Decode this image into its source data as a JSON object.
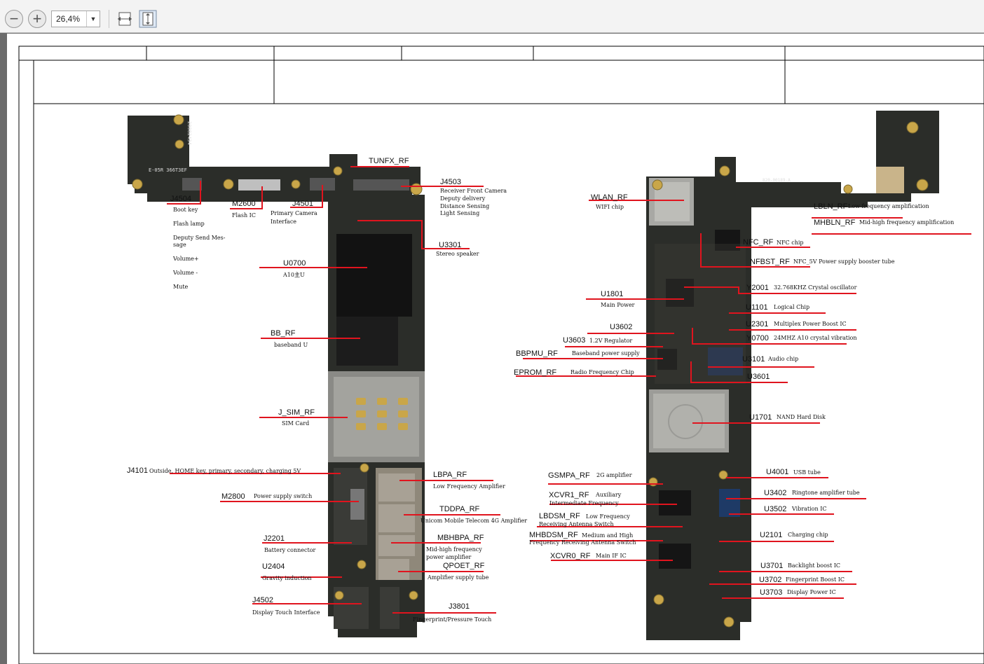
{
  "toolbar": {
    "zoom_value": "26,4%",
    "icons": [
      "zoom-out-icon",
      "zoom-in-icon",
      "dropdown-arrow-icon",
      "fit-width-icon",
      "fit-page-icon"
    ]
  },
  "colors": {
    "toolbar_bg": "#f3f3f3",
    "viewer_bg": "#6b6b6b",
    "leader_line": "#e0141e",
    "board_dark": "#2a2c28",
    "board_gold": "#c9a649"
  },
  "left_board": {
    "labels": [
      {
        "id": "TUNFX_RF",
        "name": "TUNFX_RF",
        "desc": ""
      },
      {
        "id": "J4503",
        "name": "J4503",
        "desc": "Receiver  Front Camera"
      },
      {
        "id": "J4504",
        "name": "J4504",
        "desc": "Boot key"
      },
      {
        "id": "M2600",
        "name": "M2600",
        "desc": "Flash IC"
      },
      {
        "id": "J4501",
        "name": "J4501",
        "desc": "Primary Camera"
      },
      {
        "id": "U3301",
        "name": "U3301",
        "desc": "Stereo speaker"
      },
      {
        "id": "U0700",
        "name": "U0700",
        "desc": "A10主U"
      },
      {
        "id": "BB_RF",
        "name": "BB_RF",
        "desc": "baseband U"
      },
      {
        "id": "J_SIM_RF",
        "name": "J_SIM_RF",
        "desc": "SIM Card"
      },
      {
        "id": "J4101",
        "name": "J4101",
        "desc": "Outside, HOME key, primary, secondary, charging 5V"
      },
      {
        "id": "LBPA_RF",
        "name": "LBPA_RF",
        "desc": "Low Frequency Amplifier"
      },
      {
        "id": "M2800",
        "name": "M2800",
        "desc": "Power  supply  switch"
      },
      {
        "id": "TDDPA_RF",
        "name": "TDDPA_RF",
        "desc": "Unicom Mobile Telecom 4G Amplifier"
      },
      {
        "id": "J2201",
        "name": "J2201",
        "desc": "Battery connector"
      },
      {
        "id": "MBHBPA_RF",
        "name": "MBHBPA_RF",
        "desc": "Mid-high frequency"
      },
      {
        "id": "U2404",
        "name": "U2404",
        "desc": "Gravity induction"
      },
      {
        "id": "QPOET_RF",
        "name": "QPOET_RF",
        "desc": "Amplifier supply tube"
      },
      {
        "id": "J4502",
        "name": "J4502",
        "desc": "Display Touch Interface"
      },
      {
        "id": "J3801",
        "name": "J3801",
        "desc": "Fingerprint/Pressure Touch"
      }
    ],
    "extra_text": {
      "j4503_line2": "Deputy delivery",
      "j4503_line3": "Distance Sensing",
      "j4503_line4": "Light Sensing",
      "j4504_line2": "Flash lamp",
      "j4504_line3": "Deputy Send Mes-",
      "j4504_line4": "sage",
      "j4504_line5": "Volume+",
      "j4504_line6": "Volume -",
      "j4504_line7": "Mute",
      "j4501_line2": "Interface",
      "mbhbpa_line2": "power amplifier"
    }
  },
  "right_board": {
    "labels": [
      {
        "id": "WLAN_RF",
        "name": "WLAN_RF",
        "desc": "WIFI chip"
      },
      {
        "id": "LBLN_RF",
        "name": "LBLN_RF",
        "desc": "Low frequency amplification"
      },
      {
        "id": "MHBLN_RF",
        "name": "MHBLN_RF",
        "desc": "Mid-high frequency amplification"
      },
      {
        "id": "NFC_RF",
        "name": "NFC_RF",
        "desc": "NFC chip"
      },
      {
        "id": "NFBST_RF",
        "name": "NFBST_RF",
        "desc": "NFC_5V  Power supply booster tube"
      },
      {
        "id": "Y2001",
        "name": "Y2001",
        "desc": "32.768KHZ Crystal oscillator"
      },
      {
        "id": "U1801",
        "name": "U1801",
        "desc": "Main Power"
      },
      {
        "id": "U1101",
        "name": "U1101",
        "desc": "Logical Chip"
      },
      {
        "id": "U2301",
        "name": "U2301",
        "desc": "Multiplex Power Boost IC"
      },
      {
        "id": "U3602",
        "name": "U3602",
        "desc": ""
      },
      {
        "id": "Y0700",
        "name": "Y0700",
        "desc": "24MHZ   A10 crystal vibration"
      },
      {
        "id": "U3603",
        "name": "U3603",
        "desc": "1.2V Regulator"
      },
      {
        "id": "BBPMU_RF",
        "name": "BBPMU_RF",
        "desc": "Baseband power supply"
      },
      {
        "id": "U3101",
        "name": "U3101",
        "desc": "Audio chip"
      },
      {
        "id": "EPROM_RF",
        "name": "EPROM_RF",
        "desc": "Radio Frequency Chip"
      },
      {
        "id": "U3601",
        "name": "U3601",
        "desc": ""
      },
      {
        "id": "U1701",
        "name": "U1701",
        "desc": "NAND Hard Disk"
      },
      {
        "id": "GSMPA_RF",
        "name": "GSMPA_RF",
        "desc": "2G amplifier"
      },
      {
        "id": "U4001",
        "name": "U4001",
        "desc": "USB tube"
      },
      {
        "id": "XCVR1_RF",
        "name": "XCVR1_RF",
        "desc": "Auxiliary"
      },
      {
        "id": "U3402",
        "name": "U3402",
        "desc": "Ringtone amplifier tube"
      },
      {
        "id": "U3502",
        "name": "U3502",
        "desc": "Vibration IC"
      },
      {
        "id": "LBDSM_RF",
        "name": "LBDSM_RF",
        "desc": "Low  Frequency"
      },
      {
        "id": "MHBDSM_RF",
        "name": "MHBDSM_RF",
        "desc": "Medium and High"
      },
      {
        "id": "U2101",
        "name": "U2101",
        "desc": "Charging chip"
      },
      {
        "id": "XCVR0_RF",
        "name": "XCVR0_RF",
        "desc": "Main  IF  IC"
      },
      {
        "id": "U3701",
        "name": "U3701",
        "desc": "Backlight boost IC"
      },
      {
        "id": "U3702",
        "name": "U3702",
        "desc": "Fingerprint Boost IC"
      },
      {
        "id": "U3703",
        "name": "U3703",
        "desc": "Display Power IC"
      }
    ],
    "extra_text": {
      "xcvr1_line2": "Intermediate  Frequency",
      "lbdsm_line2": "Receiving  Antenna  Switch",
      "mhbdsm_line2": "Frequency Receiving Antenna Switch"
    }
  },
  "chip_text": {
    "top_sticker": "20082434",
    "top_code": "E-05R 366T3EF",
    "board_num": "820-00189-A"
  }
}
